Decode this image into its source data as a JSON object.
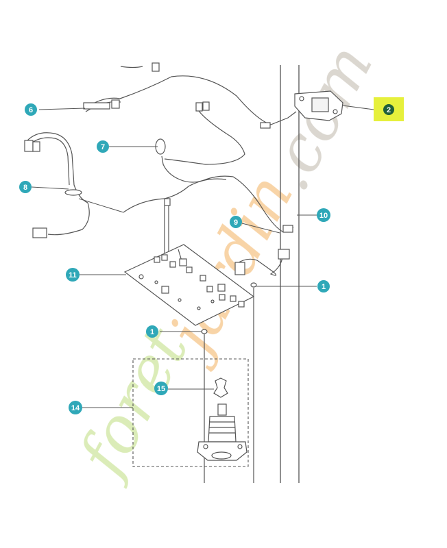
{
  "callouts": [
    {
      "id": "c2",
      "label": "2",
      "style": "highlight"
    },
    {
      "id": "c6",
      "label": "6",
      "style": "teal"
    },
    {
      "id": "c7",
      "label": "7",
      "style": "teal"
    },
    {
      "id": "c8",
      "label": "8",
      "style": "teal"
    },
    {
      "id": "c9",
      "label": "9",
      "style": "teal"
    },
    {
      "id": "c10",
      "label": "10",
      "style": "teal"
    },
    {
      "id": "c11",
      "label": "11",
      "style": "teal"
    },
    {
      "id": "c1a",
      "label": "1",
      "style": "teal"
    },
    {
      "id": "c1b",
      "label": "1",
      "style": "teal"
    },
    {
      "id": "c14",
      "label": "14",
      "style": "teal"
    },
    {
      "id": "c15",
      "label": "15",
      "style": "teal"
    }
  ],
  "watermark": {
    "part1": "foret",
    "part2": "jardin",
    "part3": ".com"
  },
  "colors": {
    "callout_teal": "#2fa8b8",
    "callout_highlight_bg": "#e6f03c",
    "callout_highlight_circle": "#1f5f3a",
    "line": "#555555",
    "watermark_green": "#cfe6a0",
    "watermark_orange": "#f6c68a",
    "watermark_grey": "#cfcac0"
  }
}
